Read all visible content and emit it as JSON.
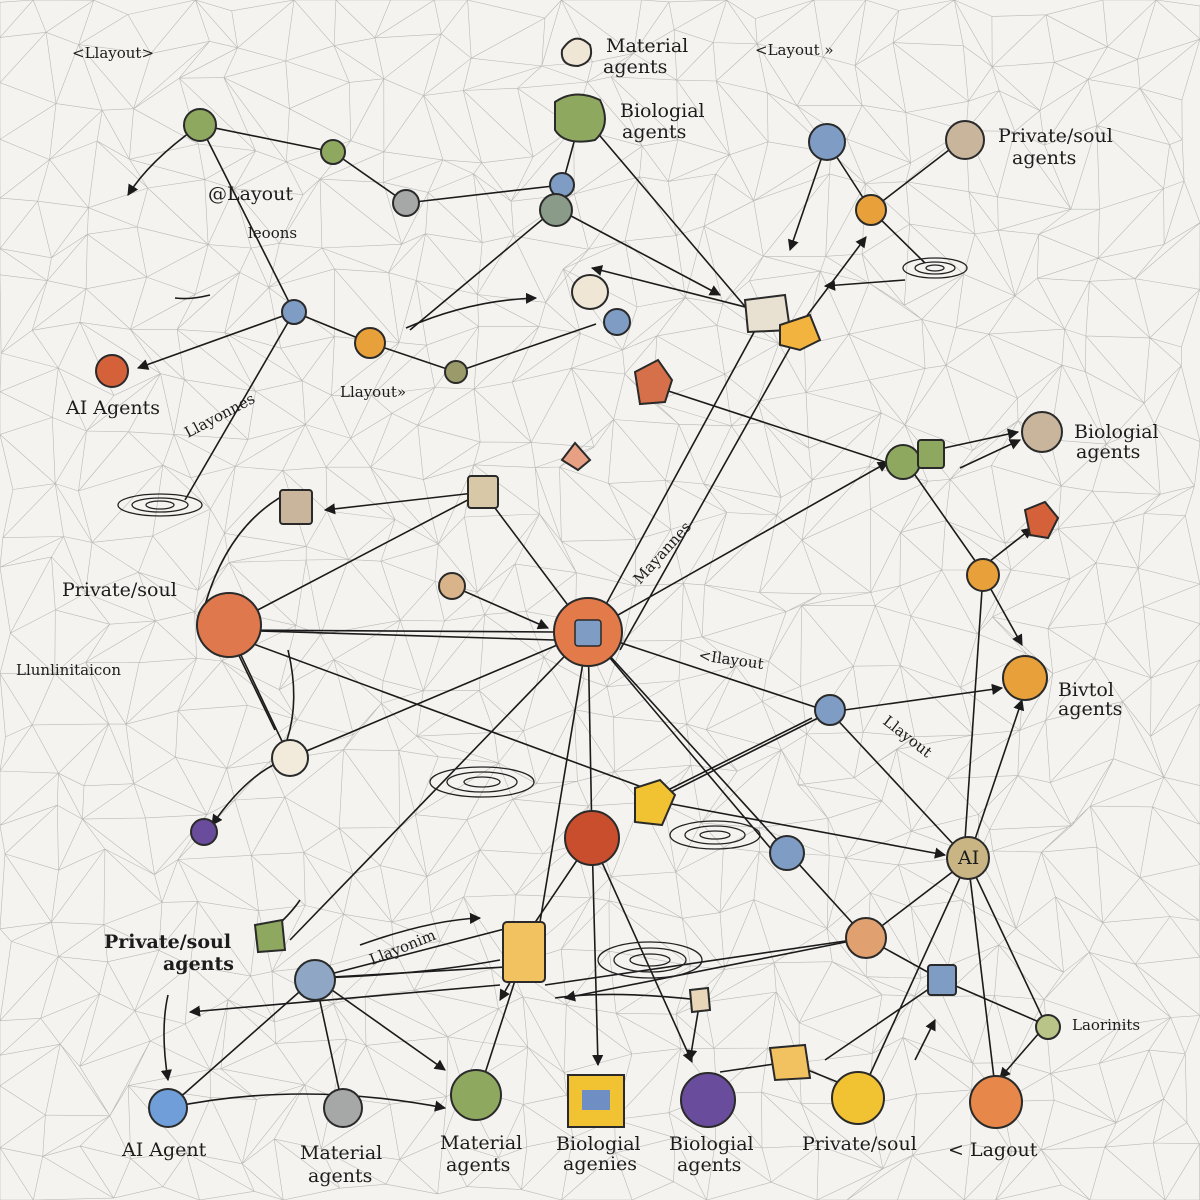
{
  "labels": [
    {
      "id": "l1",
      "text": "<Llayout>"
    },
    {
      "id": "l2a",
      "text": "Material"
    },
    {
      "id": "l2b",
      "text": "agents"
    },
    {
      "id": "l3",
      "text": "<Layout »"
    },
    {
      "id": "l4a",
      "text": "Biologial"
    },
    {
      "id": "l4b",
      "text": "agents"
    },
    {
      "id": "l5a",
      "text": "Private/soul"
    },
    {
      "id": "l5b",
      "text": "agents"
    },
    {
      "id": "l6",
      "text": "@Layout"
    },
    {
      "id": "l7",
      "text": "leoons"
    },
    {
      "id": "l8",
      "text": "AI Agents"
    },
    {
      "id": "l9",
      "text": "Llayout»"
    },
    {
      "id": "l10",
      "text": "Llayonnes"
    },
    {
      "id": "l11a",
      "text": "Biologial"
    },
    {
      "id": "l11b",
      "text": "agents"
    },
    {
      "id": "l12",
      "text": "Mayannes"
    },
    {
      "id": "l13",
      "text": "Private/soul"
    },
    {
      "id": "l14",
      "text": "Llunlinitaicon"
    },
    {
      "id": "l15",
      "text": "<Ilayout"
    },
    {
      "id": "l16a",
      "text": "Bivtol"
    },
    {
      "id": "l16b",
      "text": "agents"
    },
    {
      "id": "l17",
      "text": "Llayout"
    },
    {
      "id": "l18",
      "text": "AI"
    },
    {
      "id": "l19",
      "text": "Llayonim"
    },
    {
      "id": "l20a",
      "text": "Private/soul"
    },
    {
      "id": "l20b",
      "text": "agents"
    },
    {
      "id": "l21",
      "text": "Laorinits"
    },
    {
      "id": "l22",
      "text": "AI Agent"
    },
    {
      "id": "l23a",
      "text": "Material"
    },
    {
      "id": "l23b",
      "text": "agents"
    },
    {
      "id": "l24a",
      "text": "Material"
    },
    {
      "id": "l24b",
      "text": "agents"
    },
    {
      "id": "l25a",
      "text": "Biologial"
    },
    {
      "id": "l25b",
      "text": "agenies"
    },
    {
      "id": "l26a",
      "text": "Biologial"
    },
    {
      "id": "l26b",
      "text": "agents"
    },
    {
      "id": "l27",
      "text": "Private/soul"
    },
    {
      "id": "l28",
      "text": "< Lagout"
    }
  ],
  "colors": {
    "green": "#8fa860",
    "blue": "#7f9cc4",
    "orange": "#e8a13a",
    "red": "#d4613a",
    "gray": "#a6a8a8",
    "tan": "#c9b49c",
    "beige": "#efe6d6",
    "purple": "#6a4c9c",
    "yellow": "#f1c232",
    "brown": "#a7895f",
    "line": "#1b1b1b"
  }
}
